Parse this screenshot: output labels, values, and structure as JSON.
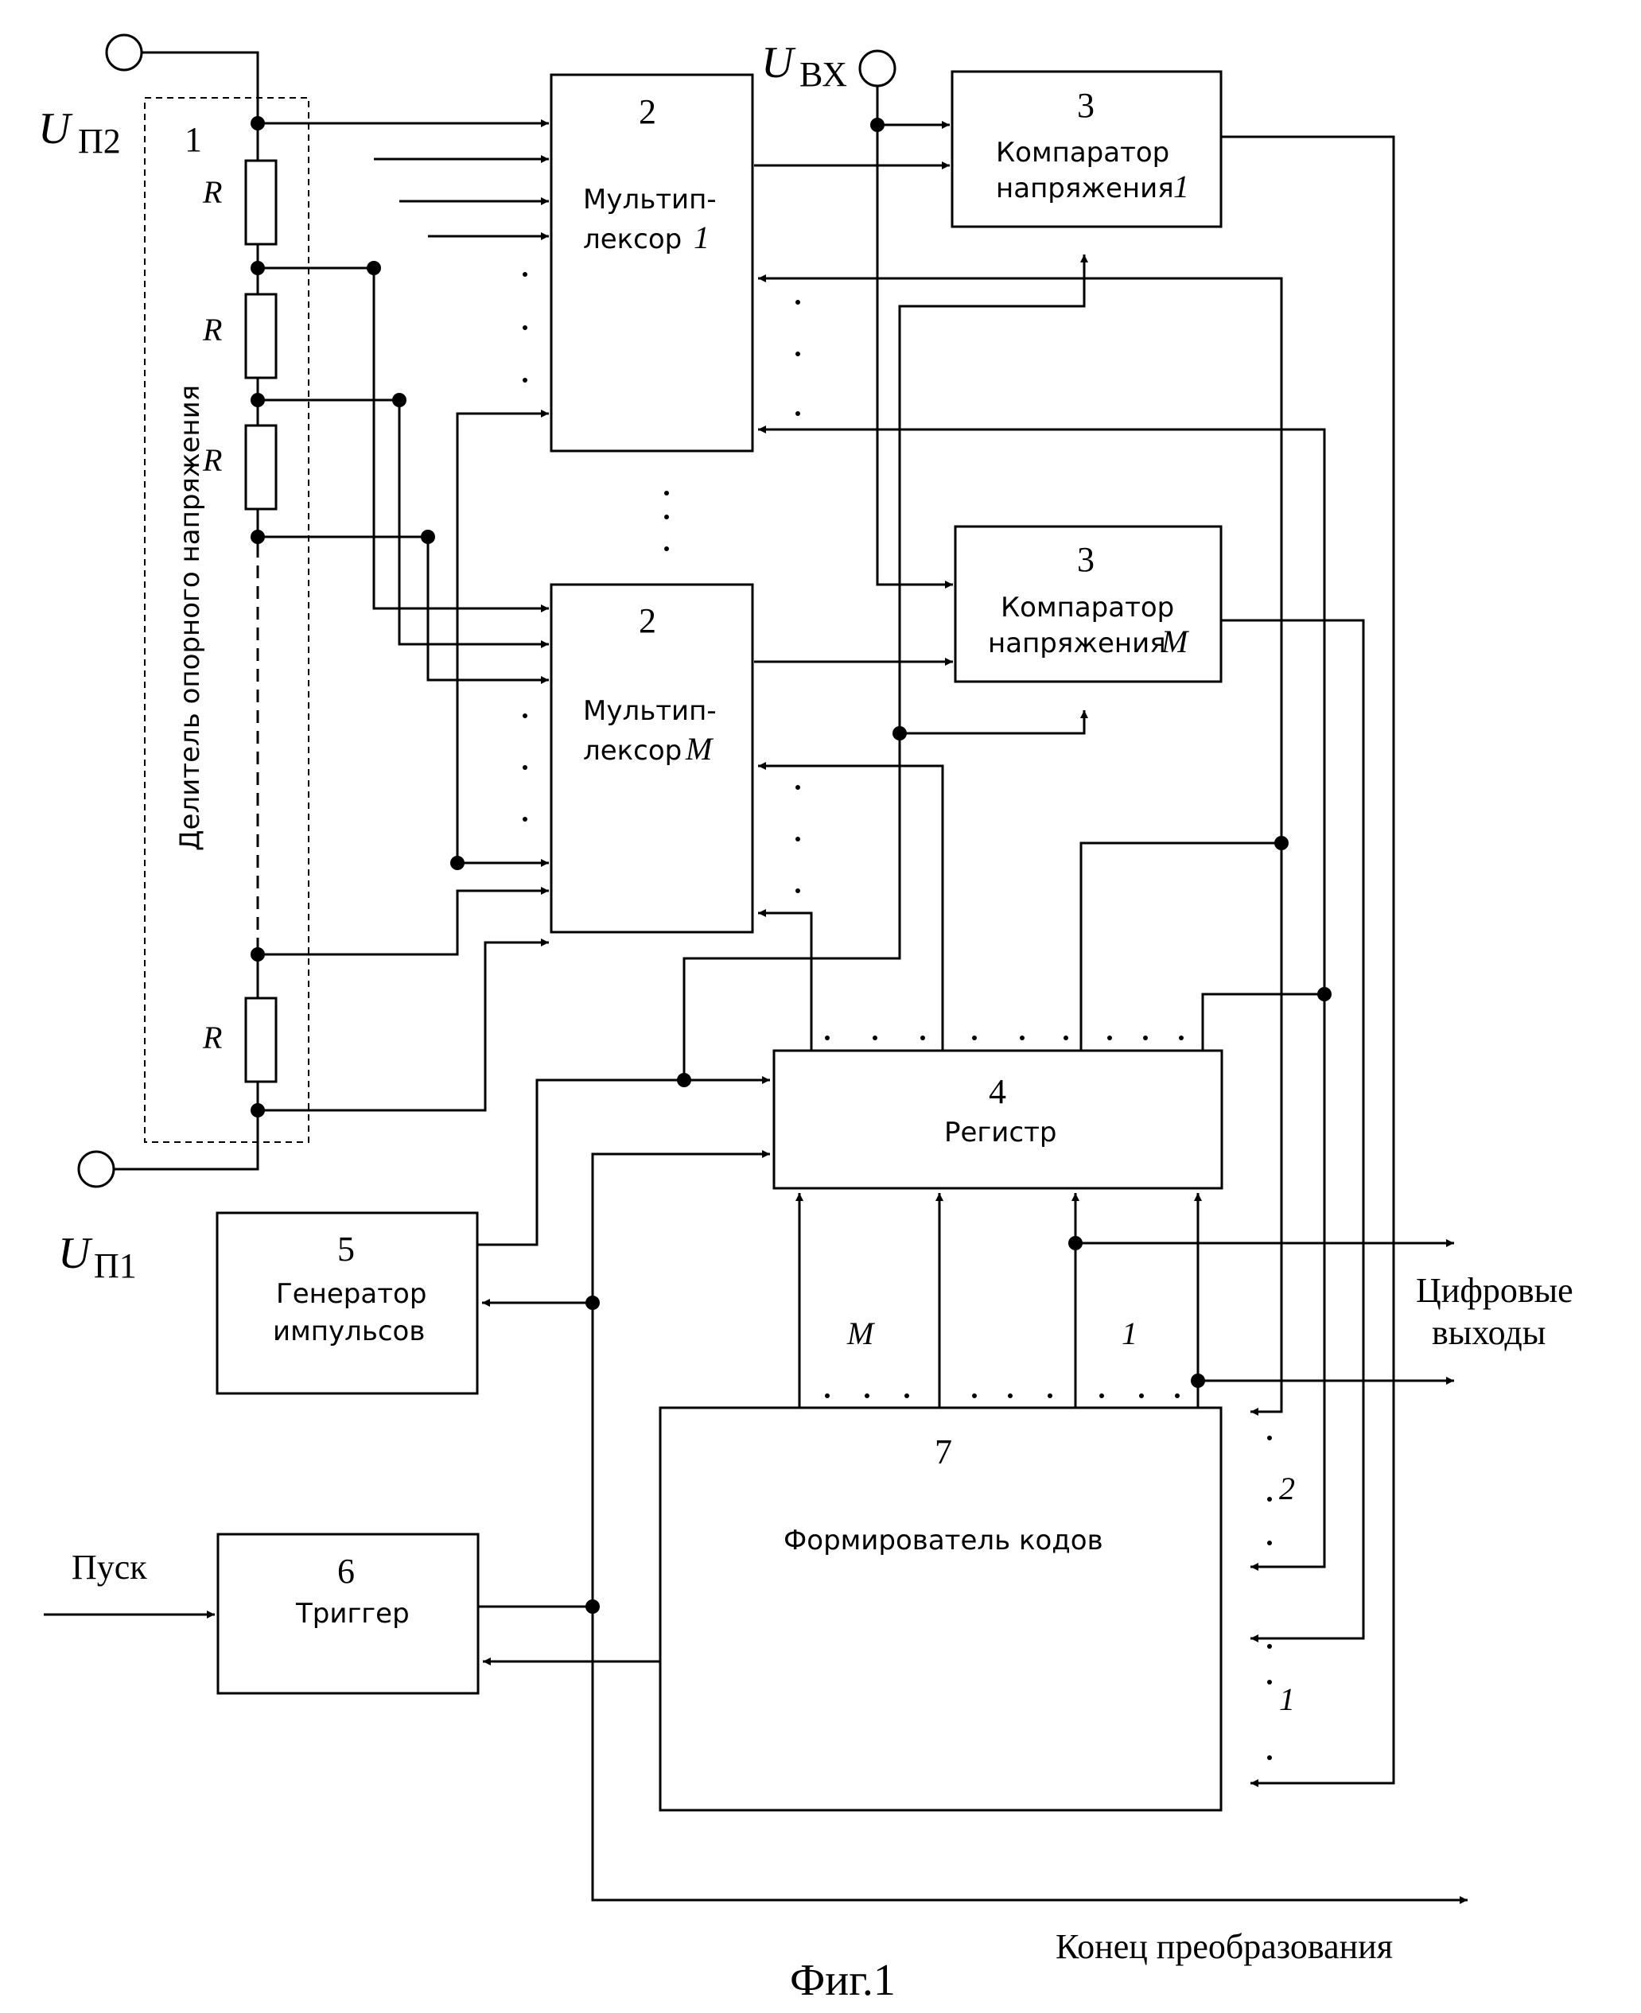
{
  "terminals": {
    "u_p2_base": "U",
    "u_p2_sub": "П2",
    "u_p1_base": "U",
    "u_p1_sub": "П1",
    "u_in_base": "U",
    "u_in_sub": "ВХ",
    "start": "Пуск"
  },
  "divider": {
    "number": "1",
    "title": "Делитель опорного напряжения",
    "resistor_label": "R"
  },
  "blocks": {
    "mux_1": {
      "number": "2",
      "line1": "Мультип-",
      "line2": "лексор ",
      "index": "1"
    },
    "mux_m": {
      "number": "2",
      "line1": "Мультип-",
      "line2": "лексор ",
      "index": "M"
    },
    "comp_1": {
      "number": "3",
      "line1": "Компаратор",
      "line2": "напряжения ",
      "index": "1"
    },
    "comp_m": {
      "number": "3",
      "line1": "Компаратор",
      "line2": "напряжения ",
      "index": "M"
    },
    "register": {
      "number": "4",
      "label": "Регистр"
    },
    "generator": {
      "number": "5",
      "line1": "Генератор",
      "line2": "импульсов"
    },
    "trigger": {
      "number": "6",
      "label": "Триггер"
    },
    "code_former": {
      "number": "7",
      "label": "Формирователь кодов"
    }
  },
  "bus_labels": {
    "m": "M",
    "one": "1",
    "input_2": "2",
    "input_1": "1"
  },
  "outputs": {
    "digital_line1": "Цифровые",
    "digital_line2": "выходы",
    "end_of_conversion": "Конец преобразования"
  },
  "caption": "Фиг.1"
}
